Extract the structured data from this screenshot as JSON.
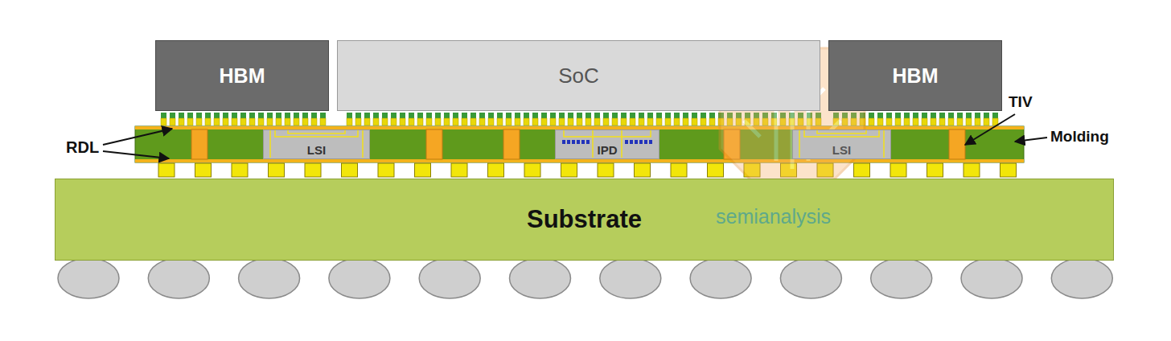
{
  "diagram": {
    "nodes": [
      {
        "text": [
          "HBM"
        ]
      },
      {
        "text": [
          "SoC"
        ]
      },
      {
        "text": [
          "HBM"
        ]
      },
      {
        "text": [
          "LSI"
        ]
      },
      {
        "text": [
          "IPD"
        ]
      },
      {
        "text": [
          "LSI"
        ]
      },
      {
        "text": [
          "Substrate"
        ]
      }
    ],
    "labels": [
      "RDL",
      "TIV",
      "Molding",
      "semianalysis"
    ]
  }
}
